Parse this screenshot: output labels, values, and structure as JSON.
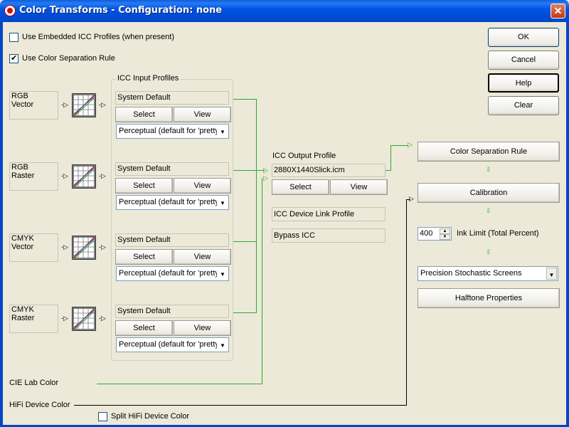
{
  "window": {
    "title": "Color Transforms - Configuration: none",
    "close_label": "✕"
  },
  "options": {
    "use_embedded_icc": "Use Embedded ICC Profiles (when present)",
    "use_embedded_icc_checked": false,
    "use_color_separation": "Use Color Separation Rule",
    "use_color_separation_checked": true,
    "split_hifi": "Split HiFi Device Color",
    "split_hifi_checked": false
  },
  "buttons": {
    "ok": "OK",
    "cancel": "Cancel",
    "help": "Help",
    "clear": "Clear"
  },
  "inputs": [
    {
      "line1": "RGB",
      "line2": "Vector"
    },
    {
      "line1": "RGB",
      "line2": "Raster"
    },
    {
      "line1": "CMYK",
      "line2": "Vector"
    },
    {
      "line1": "CMYK",
      "line2": "Raster"
    }
  ],
  "icc_input": {
    "title": "ICC Input Profiles",
    "profiles": [
      {
        "name": "System Default",
        "select": "Select",
        "view": "View",
        "intent": "Perceptual (default for 'pretty"
      },
      {
        "name": "System Default",
        "select": "Select",
        "view": "View",
        "intent": "Perceptual (default for 'pretty"
      },
      {
        "name": "System Default",
        "select": "Select",
        "view": "View",
        "intent": "Perceptual (default for 'pretty"
      },
      {
        "name": "System Default",
        "select": "Select",
        "view": "View",
        "intent": "Perceptual (default for 'pretty"
      }
    ]
  },
  "icc_output": {
    "title": "ICC Output Profile",
    "profile": "2880X1440Slick.icm",
    "select": "Select",
    "view": "View",
    "device_link": "ICC Device Link Profile",
    "bypass": "Bypass ICC"
  },
  "pipeline": {
    "color_sep_rule": "Color Separation Rule",
    "calibration": "Calibration",
    "ink_limit_value": "400",
    "ink_limit_label": "Ink Limit (Total Percent)",
    "screening": "Precision Stochastic Screens",
    "halftone": "Halftone Properties"
  },
  "sources": {
    "cie_lab": "CIE Lab Color",
    "hifi": "HiFi Device Color"
  },
  "colors": {
    "titlebar": "#0055E5",
    "flow_line": "#2EA92E",
    "dialog_bg": "#ECE9D8"
  }
}
